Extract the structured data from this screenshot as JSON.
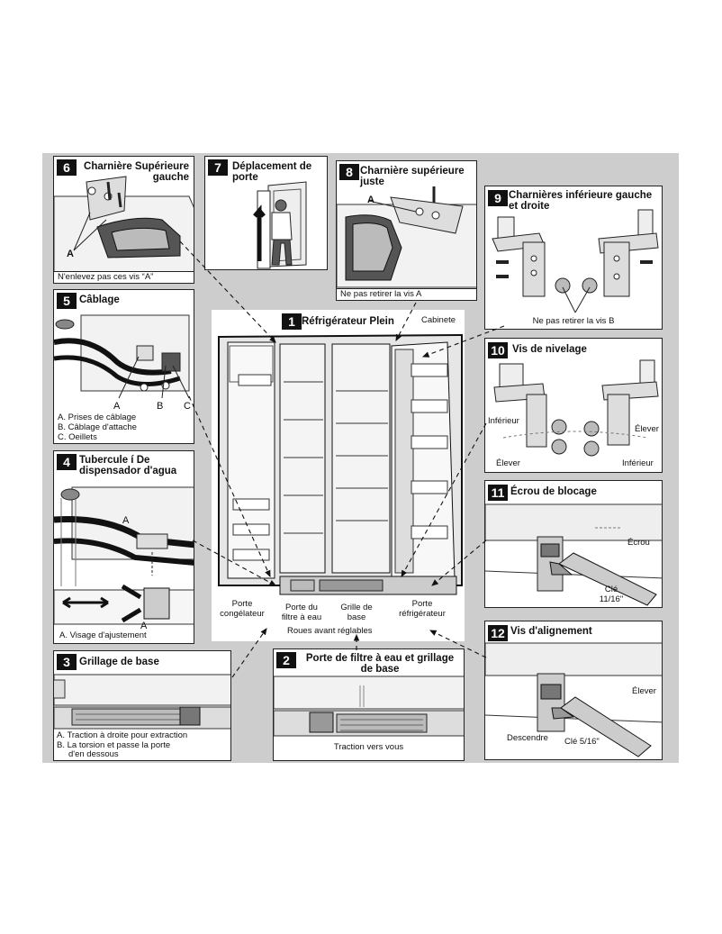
{
  "main": {
    "number": "1",
    "title": "Réfrigérateur Plein",
    "labels": {
      "cabinet": "Cabinete",
      "freezer_door": "Porte congélateur",
      "filter_door": "Porte du filtre à eau",
      "base_grille": "Grille de base",
      "fridge_door": "Porte réfrigérateur",
      "wheels": "Roues avant réglables"
    }
  },
  "panels": {
    "p6": {
      "number": "6",
      "title": "Charnière Supérieure gauche",
      "callout": "A",
      "caption": "N'enlevez pas ces vis “A”"
    },
    "p7": {
      "number": "7",
      "title": "Déplacement de porte"
    },
    "p8": {
      "number": "8",
      "title": "Charnière supérieure juste",
      "callout": "A",
      "caption": "Ne pas retirer la vis A"
    },
    "p9": {
      "number": "9",
      "title": "Charnières inférieure gauche et droite",
      "caption": "Ne pas retirer la vis B"
    },
    "p5": {
      "number": "5",
      "title": "Câblage",
      "callouts": [
        "A",
        "B",
        "C"
      ],
      "legend": [
        "A. Prises de câblage",
        "B. Câblage d'attache",
        "C. Oeillets"
      ]
    },
    "p10": {
      "number": "10",
      "title": "Vis de nivelage",
      "labels": {
        "inferieur_left": "Inférieur",
        "elever_right": "Élever",
        "elever_left": "Élever",
        "inferieur_right": "Inférieur"
      }
    },
    "p4": {
      "number": "4",
      "title": "Tubercule í De dispensador d'agua",
      "callouts": [
        "A",
        "A"
      ],
      "caption": "A. Visage d'ajustement"
    },
    "p11": {
      "number": "11",
      "title": "Écrou de blocage",
      "labels": {
        "nut": "Écrou",
        "wrench": "Clé 11/16\""
      }
    },
    "p3": {
      "number": "3",
      "title": "Grillage de base",
      "legend": [
        "A. Traction à droite pour extraction",
        "B.  La torsion et passe la porte",
        "d'en dessous"
      ]
    },
    "p2": {
      "number": "2",
      "title": "Porte de filtre à eau et grillage de base",
      "caption": "Traction vers vous"
    },
    "p12": {
      "number": "12",
      "title": "Vis d'alignement",
      "labels": {
        "raise": "Élever",
        "lower": "Descendre",
        "wrench": "Clé 5/16\""
      }
    }
  }
}
